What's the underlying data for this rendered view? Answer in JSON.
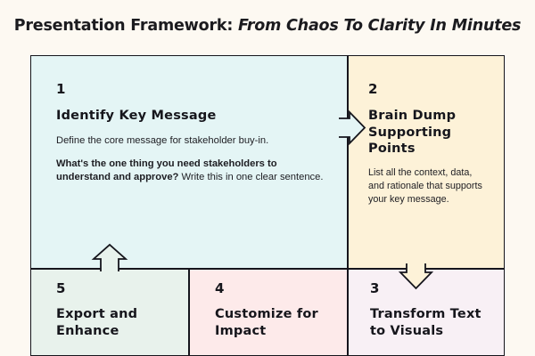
{
  "title": {
    "main": "Presentation Framework: ",
    "subtitle": "From Chaos To Clarity In Minutes"
  },
  "colors": {
    "page_background": "#fdf9f2",
    "border": "#15151c",
    "cell_1": "#e4f5f5",
    "cell_2": "#fdf2d8",
    "cell_3": "#f8f0f5",
    "cell_4": "#fdeaea",
    "cell_5": "#e8f2ec"
  },
  "cells": [
    {
      "number": "1",
      "heading": "Identify Key Message",
      "body_intro": "Define the core message for stakeholder buy-in.",
      "body_prompt_bold": "What's the one thing you need stakeholders to understand and approve?",
      "body_prompt_rest": " Write this in one clear sentence."
    },
    {
      "number": "2",
      "heading": "Brain Dump Supporting Points",
      "body_intro": "List all the context, data, and rationale that supports your key message."
    },
    {
      "number": "3",
      "heading": "Transform Text to Visuals"
    },
    {
      "number": "4",
      "heading": "Customize for Impact"
    },
    {
      "number": "5",
      "heading": "Export and Enhance"
    }
  ],
  "arrows": [
    {
      "name": "arrow-step1-to-step2",
      "direction": "right"
    },
    {
      "name": "arrow-step2-to-step3",
      "direction": "down"
    },
    {
      "name": "arrow-step5-to-step1",
      "direction": "up"
    }
  ]
}
